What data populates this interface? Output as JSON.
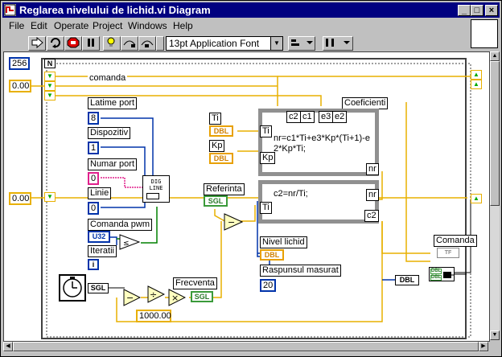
{
  "window": {
    "title": "Reglarea nivelului de lichid.vi Diagram",
    "controls": {
      "minimize": "_",
      "maximize": "□",
      "close": "×"
    }
  },
  "menu": {
    "items": [
      "File",
      "Edit",
      "Operate",
      "Project",
      "Windows",
      "Help"
    ]
  },
  "toolbar": {
    "font": "13pt Application Font",
    "buttons": [
      "run-arrow",
      "run-continuous",
      "abort",
      "pause",
      "highlight-execution",
      "step-into",
      "step-over",
      "step-out"
    ]
  },
  "diagram": {
    "loop_count_value": "256",
    "loop_count_term": "N",
    "shift_init_1": "0.00",
    "shift_init_2": "0.00",
    "wire_label_comanda": "comanda",
    "latime_port": {
      "label": "Latime port",
      "value": "8"
    },
    "dispozitiv": {
      "label": "Dispozitiv",
      "value": "1"
    },
    "numar_port": {
      "label": "Numar port",
      "value": "0"
    },
    "linie": {
      "label": "Linie",
      "value": "0"
    },
    "digline": {
      "text": "DIG\nLINE"
    },
    "comanda_pwm": {
      "label": "Comanda pwm",
      "type": "U32"
    },
    "iteratii": {
      "label": "Iteratii",
      "term": "i"
    },
    "ti": {
      "label": "Ti",
      "type": "DBL"
    },
    "kp": {
      "label": "Kp",
      "type": "DBL"
    },
    "referinta": {
      "label": "Referinta",
      "type": "SGL"
    },
    "coeficienti": {
      "label": "Coeficienti"
    },
    "formula1": {
      "tabs": [
        "c2",
        "c1",
        "e3",
        "e2"
      ],
      "inputs": [
        "Ti",
        "Kp"
      ],
      "output": "nr",
      "text": "nr=c1*Ti+e3*Kp*(Ti+1)-e\n2*Kp*Ti;"
    },
    "formula2": {
      "input": "Ti",
      "outputs": [
        "nr",
        "c2"
      ],
      "text": "c2=nr/Ti;"
    },
    "nivel_lichid": {
      "label": "Nivel lichid",
      "type": "DBL"
    },
    "raspuns": {
      "label": "Raspunsul masurat",
      "value": "20"
    },
    "frecventa": {
      "label": "Frecventa",
      "type": "SGL"
    },
    "const_1000": "1000.00",
    "timer_out_type": "SGL",
    "conv_dbl": "DBL",
    "comanda_ind": {
      "label": "Comanda",
      "type": "TF"
    },
    "bundle_terms": [
      "DBL",
      "DBL"
    ]
  }
}
